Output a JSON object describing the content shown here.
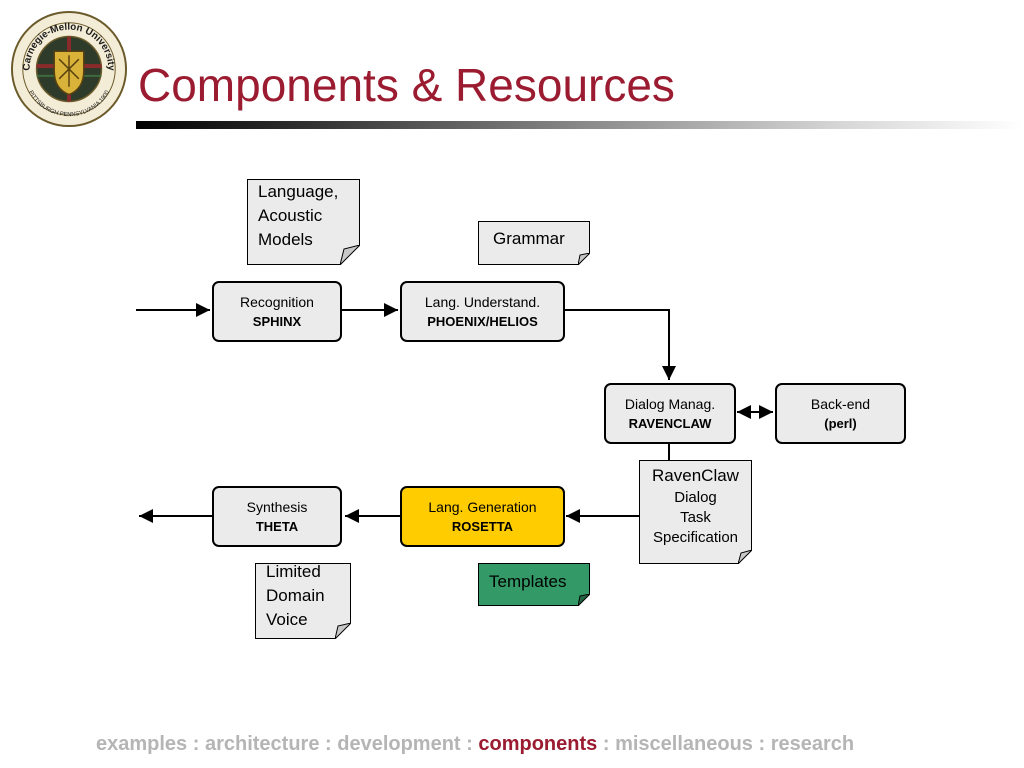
{
  "seal": {
    "top_text": "Carnegie-Mellon University",
    "bottom_text": "PITTSBURGH PENNSYLVANIA 1900"
  },
  "slide": {
    "title": "Components & Resources"
  },
  "diagram": {
    "components": {
      "recognition": {
        "line1": "Recognition",
        "line2": "SPHINX"
      },
      "understanding": {
        "line1": "Lang. Understand.",
        "line2": "PHOENIX/HELIOS"
      },
      "dialog": {
        "line1": "Dialog Manag.",
        "line2": "RAVENCLAW"
      },
      "backend": {
        "line1": "Back-end",
        "line2": "(perl)"
      },
      "generation": {
        "line1": "Lang. Generation",
        "line2": "ROSETTA"
      },
      "synthesis": {
        "line1": "Synthesis",
        "line2": "THETA"
      }
    },
    "resources": {
      "models": {
        "lines": [
          "Language,",
          "Acoustic",
          "Models"
        ]
      },
      "grammar": {
        "lines": [
          "Grammar"
        ]
      },
      "ravenclaw_spec": {
        "lines": [
          "RavenClaw",
          "Dialog",
          "Task",
          "Specification"
        ]
      },
      "voice": {
        "lines": [
          "Limited",
          "Domain",
          "Voice"
        ]
      },
      "templates": {
        "lines": [
          "Templates"
        ]
      }
    },
    "colors": {
      "generation": "#ffcc00",
      "templates": "#339966",
      "component": "#ebebeb"
    }
  },
  "footer": {
    "items": [
      "examples",
      "architecture",
      "development",
      "components",
      "miscellaneous",
      "research"
    ],
    "separator": " : ",
    "active": "components"
  },
  "colors": {
    "title": "#9b1b30",
    "footer_inactive": "#b5b5b5",
    "footer_active": "#9b1b30"
  }
}
